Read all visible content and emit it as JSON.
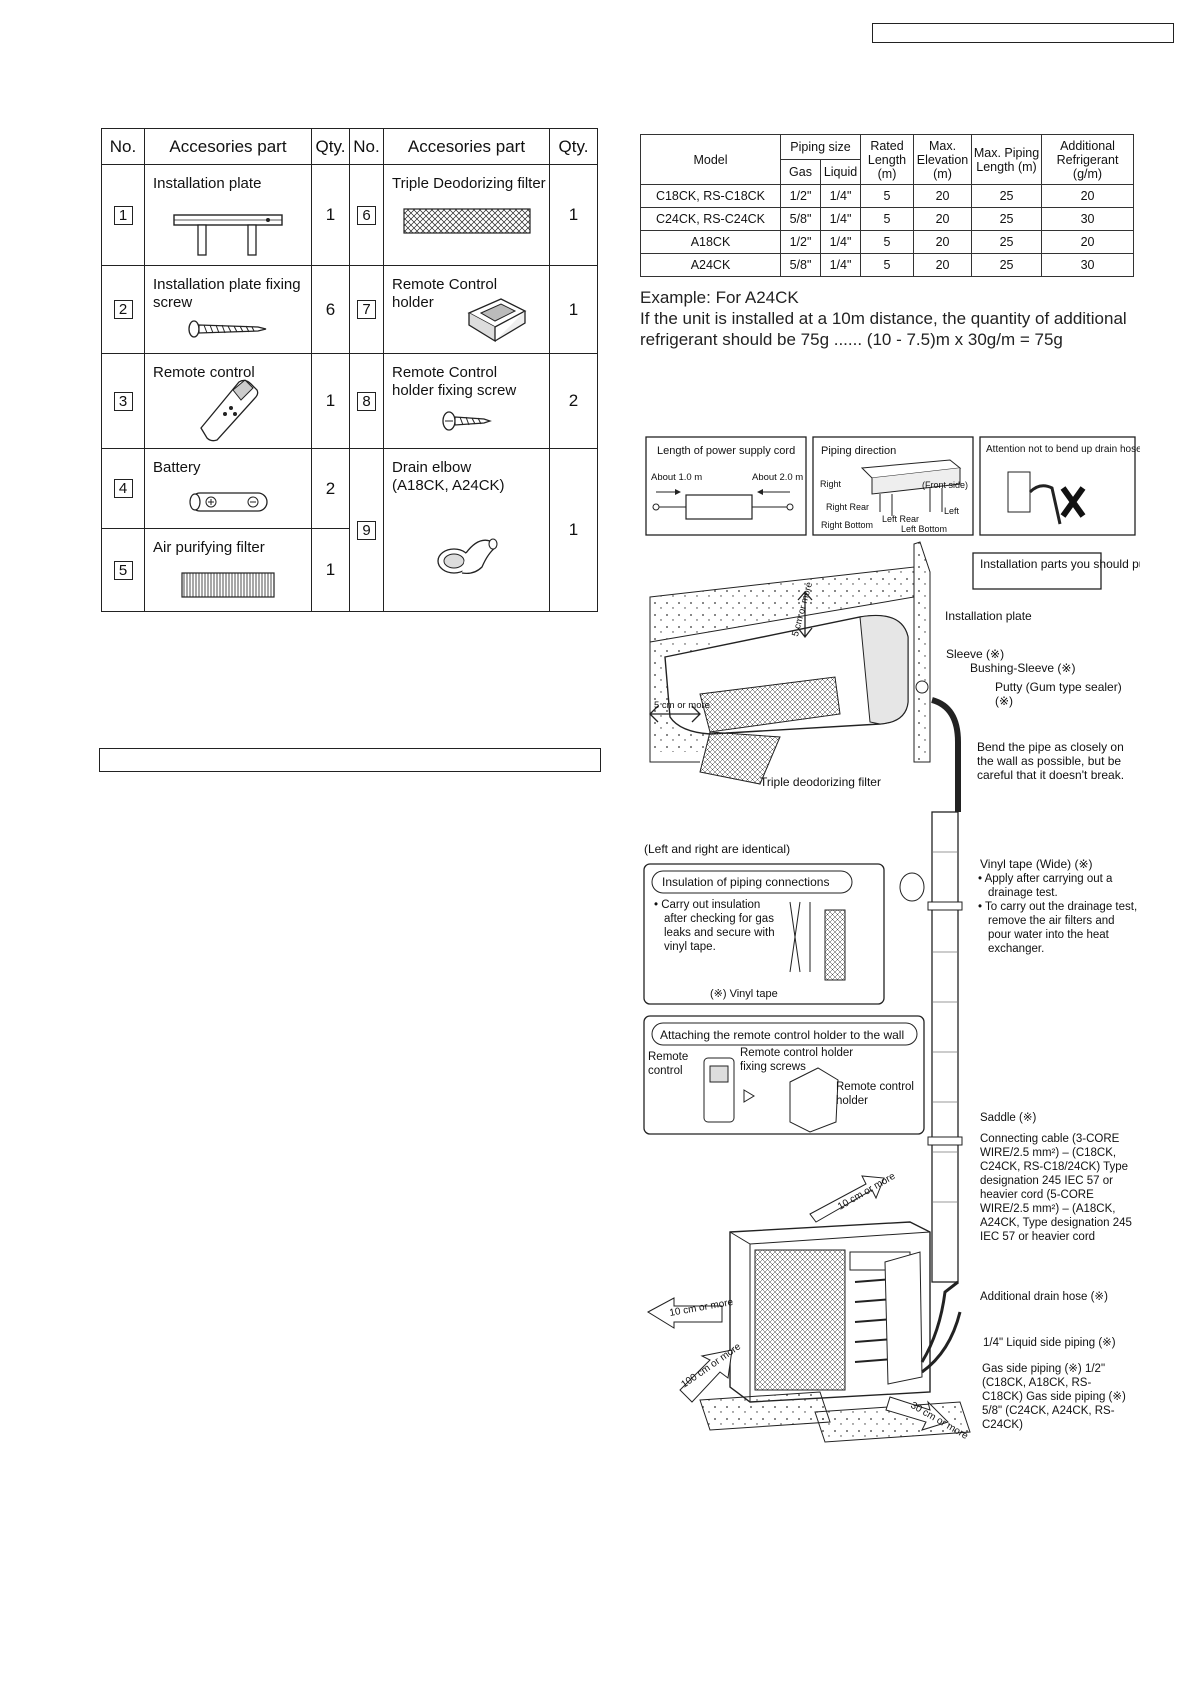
{
  "header_box": "",
  "section_bar": "",
  "accessories": {
    "headers": [
      "No.",
      "Accesories part",
      "Qty."
    ],
    "left": [
      {
        "no": "1",
        "part": "Installation plate",
        "qty": "1",
        "icon": "installation-plate"
      },
      {
        "no": "2",
        "part": "Installation plate fixing screw",
        "qty": "6",
        "icon": "screw"
      },
      {
        "no": "3",
        "part": "Remote control",
        "qty": "1",
        "icon": "remote-control"
      },
      {
        "no": "4",
        "part": "Battery",
        "qty": "2",
        "icon": "battery"
      },
      {
        "no": "5",
        "part": "Air purifying filter",
        "qty": "1",
        "icon": "air-filter"
      }
    ],
    "right": [
      {
        "no": "6",
        "part": "Triple Deodorizing filter",
        "qty": "1",
        "icon": "deodorizing-filter"
      },
      {
        "no": "7",
        "part": "Remote Control holder",
        "qty": "1",
        "icon": "remote-holder"
      },
      {
        "no": "8",
        "part": "Remote Control holder fixing screw",
        "qty": "2",
        "icon": "small-screw"
      },
      {
        "no": "9",
        "part": "Drain elbow (A18CK, A24CK)",
        "qty": "1",
        "icon": "drain-elbow"
      }
    ]
  },
  "model_table": {
    "headers": {
      "model": "Model",
      "piping_size": "Piping size",
      "gas": "Gas",
      "liquid": "Liquid",
      "rated_length": "Rated Length (m)",
      "max_elevation": "Max. Elevation (m)",
      "max_piping_length": "Max. Piping Length (m)",
      "additional_refrigerant": "Additional Refrigerant (g/m)"
    },
    "rows": [
      [
        "C18CK, RS-C18CK",
        "1/2\"",
        "1/4\"",
        "5",
        "20",
        "25",
        "20"
      ],
      [
        "C24CK, RS-C24CK",
        "5/8\"",
        "1/4\"",
        "5",
        "20",
        "25",
        "30"
      ],
      [
        "A18CK",
        "1/2\"",
        "1/4\"",
        "5",
        "20",
        "25",
        "20"
      ],
      [
        "A24CK",
        "5/8\"",
        "1/4\"",
        "5",
        "20",
        "25",
        "30"
      ]
    ]
  },
  "example": {
    "line1": "Example: For A24CK",
    "line2": "If the unit is installed at a 10m distance, the quantity of additional",
    "line3": "refrigerant should be 75g ...... (10 - 7.5)m x 30g/m = 75g"
  },
  "figure": {
    "power_cord_title": "Length of power supply cord",
    "about_1m": "About 1.0 m",
    "about_2m": "About 2.0 m",
    "piping_direction_title": "Piping direction",
    "right": "Right",
    "front_side": "(Front side)",
    "right_rear": "Right Rear",
    "left_rear": "Left Rear",
    "left": "Left",
    "right_bottom": "Right Bottom",
    "left_bottom": "Left Bottom",
    "attention": "Attention not to bend up drain hose",
    "purchase_box": "Installation parts you should purchase (※)",
    "installation_plate": "Installation plate",
    "sleeve": "Sleeve (※)",
    "bushing_sleeve": "Bushing-Sleeve (※)",
    "putty": "Putty (Gum type sealer) (※)",
    "bend_pipe": "Bend the pipe as closely on the wall as possible, but be careful that it doesn't break.",
    "five_cm_top": "5 cm or more",
    "five_cm_left": "5 cm or more",
    "triple_filter": "Triple deodorizing filter",
    "left_right_identical": "(Left and right are identical)",
    "insulation_title": "Insulation of piping connections",
    "insulation_text": "Carry out insulation after checking for gas leaks and secure with vinyl tape.",
    "vinyl_tape_small": "(※) Vinyl tape",
    "vinyl_tape_wide": "Vinyl tape (Wide) (※)",
    "vinyl_bullet1": "Apply after carrying out a drainage test.",
    "vinyl_bullet2": "To carry out the drainage test, remove the air filters and pour water into the heat exchanger.",
    "attach_title": "Attaching the remote control holder to the wall",
    "remote_control": "Remote control",
    "holder_screws": "Remote control holder fixing screws",
    "remote_holder": "Remote control holder",
    "saddle": "Saddle (※)",
    "connecting_cable": "Connecting cable (3-CORE WIRE/2.5 mm²) – (C18CK, C24CK, RS-C18/24CK) Type designation 245 IEC 57 or heavier cord (5-CORE WIRE/2.5 mm²) – (A18CK, A24CK, Type designation 245 IEC 57 or heavier cord",
    "additional_drain": "Additional drain hose (※)",
    "liquid_piping": "1/4\" Liquid side piping (※)",
    "gas_piping": "Gas side piping (※) 1/2\" (C18CK, A18CK, RS-C18CK) Gas side piping (※) 5/8\" (C24CK, A24CK, RS-C24CK)",
    "ten_cm_top": "10 cm or more",
    "ten_cm_left": "10 cm or more",
    "hundred_cm": "100 cm or more",
    "thirty_cm": "30 cm or more"
  }
}
